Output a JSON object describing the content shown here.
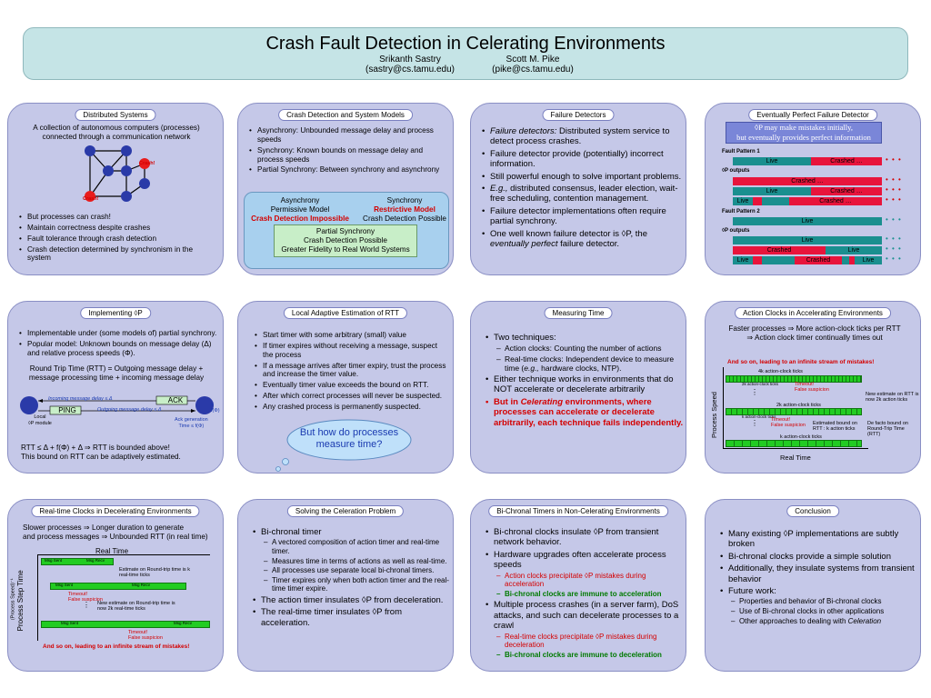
{
  "header": {
    "title": "Crash Fault Detection in Celerating Environments",
    "author1": "Srikanth Sastry",
    "email1": "(sastry@cs.tamu.edu)",
    "author2": "Scott M. Pike",
    "email2": "(pike@cs.tamu.edu)"
  },
  "p1": {
    "title": "Distributed Systems",
    "intro": "A collection of autonomous computers (processes) connected through a communication network",
    "crash_label": "Crash!",
    "bullets": [
      "But processes can crash!",
      "Maintain correctness despite crashes",
      "Fault tolerance through crash detection",
      "Crash detection determined by synchronism in the system"
    ]
  },
  "p2": {
    "title": "Crash Detection and System Models",
    "bullets": [
      "Asynchrony: Unbounded message delay and process speeds",
      "Synchrony: Known bounds on message delay and process speeds",
      "Partial Synchrony: Between synchrony and asynchrony"
    ],
    "async_title": "Asynchrony",
    "async_model": "Permissive Model",
    "async_detect": "Crash Detection Impossible",
    "sync_title": "Synchrony",
    "sync_model": "Restrictive Model",
    "sync_detect": "Crash Detection Possible",
    "partial_title": "Partial Synchrony",
    "partial_detect": "Crash Detection Possible",
    "partial_fidelity": "Greater Fidelity to Real World Systems"
  },
  "p3": {
    "title": "Failure Detectors",
    "b1_ital": "Failure detectors:",
    "b1_rest": " Distributed system service to detect process crashes.",
    "b2": "Failure detector provide (potentially) incorrect information.",
    "b3": "Still powerful enough to solve important problems.",
    "b4_ital": "E.g.,",
    "b4_rest": " distributed consensus, leader election, wait-free scheduling, contention management.",
    "b5": "Failure detector implementations often require partial synchrony.",
    "b6_pre": "One well known failure detector is ◊P, the ",
    "b6_ital": "eventually perfect",
    "b6_post": " failure detector."
  },
  "p4": {
    "title": "Eventually Perfect Failure Detector",
    "banner1": "◊P may make mistakes initially,",
    "banner2": "but eventually provides perfect information",
    "fp1": "Fault Pattern 1",
    "op1": "◊P outputs",
    "fp2": "Fault Pattern 2",
    "op2": "◊P outputs",
    "live": "Live",
    "crashed_dots": "Crashed …",
    "crashed": "Crashed",
    "dots": "• • •"
  },
  "p5": {
    "title": "Implementing ◊P",
    "bullets": [
      "Implementable under (some models of) partial synchrony.",
      "Popular model: Unknown bounds on message delay (Δ) and relative process speeds (Φ)."
    ],
    "rtt": "Round Trip Time (RTT) = Outgoing message delay + message processing time + incoming message delay",
    "incoming": "Incoming message delay ≤ Δ",
    "ack": "ACK",
    "ping": "PING",
    "outgoing": "Outgoing message delay ≤ Δ",
    "local": "Local",
    "module": "◊P module",
    "ackgen": "Ack generation",
    "time_f": "Time ≤ f(Φ)",
    "lef": "≤ f(Φ)",
    "conclusion1": "RTT ≤ Δ + f(Φ) + Δ ⇒ RTT is bounded above!",
    "conclusion2": "This bound on RTT can be adaptively estimated."
  },
  "p6": {
    "title": "Local Adaptive Estimation of RTT",
    "bullets": [
      "Start timer with some arbitrary (small) value",
      "If timer expires without receiving a message, suspect the process",
      "If a message arrives after timer expiry, trust the process and increase the timer value.",
      "Eventually timer value exceeds the bound on RTT.",
      "After which correct processes will never be suspected.",
      "Any crashed process is permanently suspected."
    ],
    "cloud": "But how do processes measure time?"
  },
  "p7": {
    "title": "Measuring Time",
    "b1": "Two techniques:",
    "s1": "Action clocks: Counting the number of actions",
    "s2_pre": "Real-time clocks: Independent device to measure time (",
    "s2_ital": "e.g.,",
    "s2_post": " hardware clocks, NTP).",
    "b2": "Either technique works in environments that do NOT accelerate or decelerate arbitrarily",
    "b3_pre": "But in ",
    "b3_ital": "Celerating",
    "b3_post": " environments, where processes can accelerate or decelerate arbitrarily, each technique fails independently."
  },
  "p8": {
    "title": "Action Clocks in Accelerating Environments",
    "line1": "Faster processes ⇒ More action-clock ticks per RTT",
    "line2": "⇒ Action clock timer continually times out",
    "infinite": "And so on, leading to an infinite stream of mistakes!",
    "ticks4k": "4k action-clock ticks",
    "ticks2k_a": "2k action-clock ticks",
    "ticks2k": "2k action-clock ticks",
    "ticksk_a": "k action-clock ticks",
    "ticksk": "k action-clock ticks",
    "timeout": "Timeout!",
    "false_susp": "False suspicion",
    "new_est": "New estimate on RTT is now 2k action ticks",
    "est_bound": "Estimated bound on RTT : k action ticks",
    "defacto": "De facto bound on Round-Trip Time (RTT)",
    "ylabel": "Process Speed",
    "xlabel": "Real Time"
  },
  "p9": {
    "title": "Real-time Clocks in Decelerating Environments",
    "line1": "Slower processes ⇒ Longer duration to generate",
    "line2": "and process messages ⇒ Unbounded RTT (in real time)",
    "xlabel": "Real Time",
    "ylabel1": "(Process Speed)⁻¹",
    "ylabel2": "Process Step Time",
    "msg_sent": "Msg Sent",
    "msg_recv": "Msg Recv",
    "est_k": "Estimate on Round-trip time is k real-time ticks",
    "new_est": "New estimate on Round-trip time is now 2k real-time ticks",
    "timeout": "Timeout!",
    "false_susp": "False suspicion",
    "infinite": "And so on, leading to an infinite stream of mistakes!"
  },
  "p10": {
    "title": "Solving the Celeration Problem",
    "b1": "Bi-chronal timer",
    "subs": [
      "A vectored composition of action timer and real-time timer.",
      "Measures time in terms of actions as well as real-time.",
      "All processes use separate local bi-chronal timers.",
      "Timer expires only when both action timer and the real-time timer expire."
    ],
    "b2": "The action timer insulates ◊P from deceleration.",
    "b3": "The real-time timer insulates ◊P from acceleration."
  },
  "p11": {
    "title": "Bi-Chronal Timers in Non-Celerating Environments",
    "b1": "Bi-chronal clocks insulate ◊P from transient network behavior.",
    "b2": "Hardware upgrades often accelerate process speeds",
    "s2a": "Action clocks precipitate ◊P mistakes during acceleration",
    "s2b": "Bi-chronal clocks are immune to acceleration",
    "b3": "Multiple process crashes (in a server farm), DoS attacks, and such can decelerate processes to a crawl",
    "s3a": "Real-time clocks precipitate ◊P mistakes during deceleration",
    "s3b": "Bi-chronal clocks are immune to deceleration"
  },
  "p12": {
    "title": "Conclusion",
    "b1": "Many existing ◊P implementations are subtly broken",
    "b2": "Bi-chronal clocks provide a simple solution",
    "b3": "Additionally, they insulate systems from transient behavior",
    "b4": "Future work:",
    "s1": "Properties and behavior of Bi-chronal clocks",
    "s2": "Use of Bi-chronal clocks in other applications",
    "s3_pre": "Other approaches to dealing with ",
    "s3_ital": "Celeration"
  }
}
